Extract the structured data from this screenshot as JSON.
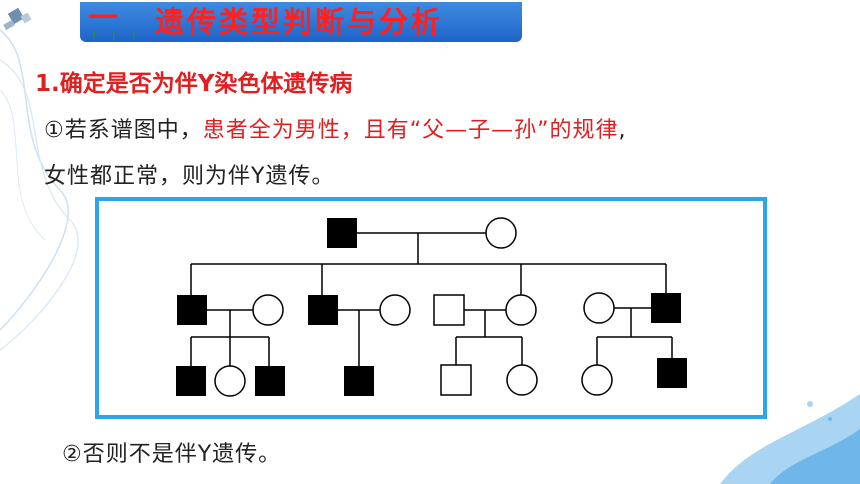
{
  "title": {
    "number": "一",
    "text": "遗传类型判断与分析",
    "marks": "! ( !"
  },
  "section_heading": "1.确定是否为伴Y染色体遗传病",
  "rule_line": {
    "prefix": "①若系谱图中，",
    "highlight": "患者全为男性，且有“父—子—孙”的规律",
    "suffix": ","
  },
  "rule_line2": "女性都正常，则为伴Y遗传。",
  "otherwise_line": "②否则不是伴Y遗传。",
  "colors": {
    "accent_red": "#e02020",
    "frame_blue": "#2aa6ea",
    "title_blue": "#1f64c9"
  }
}
